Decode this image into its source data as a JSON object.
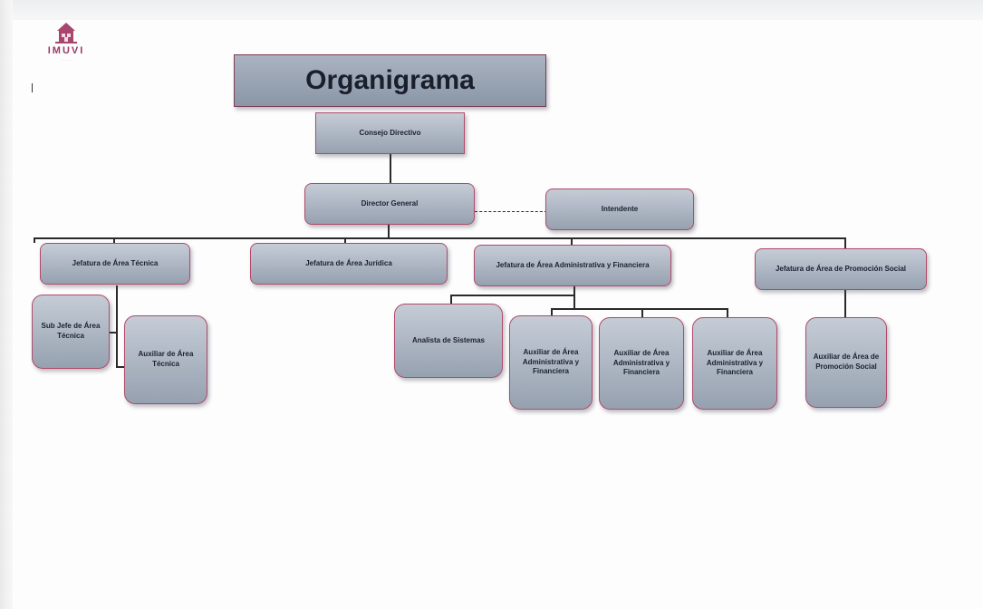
{
  "logo": {
    "name": "IMUVI",
    "subtitle": "· · · · ·"
  },
  "title": "Organigrama",
  "nodes": {
    "consejo": "Consejo Directivo",
    "director": "Director General",
    "intendente": "Intendente",
    "jef_tecnica": "Jefatura de Área Técnica",
    "jef_juridica": "Jefatura de Área Jurídica",
    "jef_admin": "Jefatura de Área Administrativa y  Financiera",
    "jef_promocion": "Jefatura de Área de Promoción Social",
    "sub_jefe_tecnica": "Sub Jefe de Área Técnica",
    "aux_tecnica": "Auxiliar de Área Técnica",
    "analista": "Analista de Sistemas",
    "aux_admin_1": "Auxiliar de Área Administrativa y Financiera",
    "aux_admin_2": "Auxiliar de Área Administrativa y Financiera",
    "aux_admin_3": "Auxiliar de Área Administrativa y Financiera",
    "aux_promocion": "Auxiliar de Área de Promoción Social"
  }
}
